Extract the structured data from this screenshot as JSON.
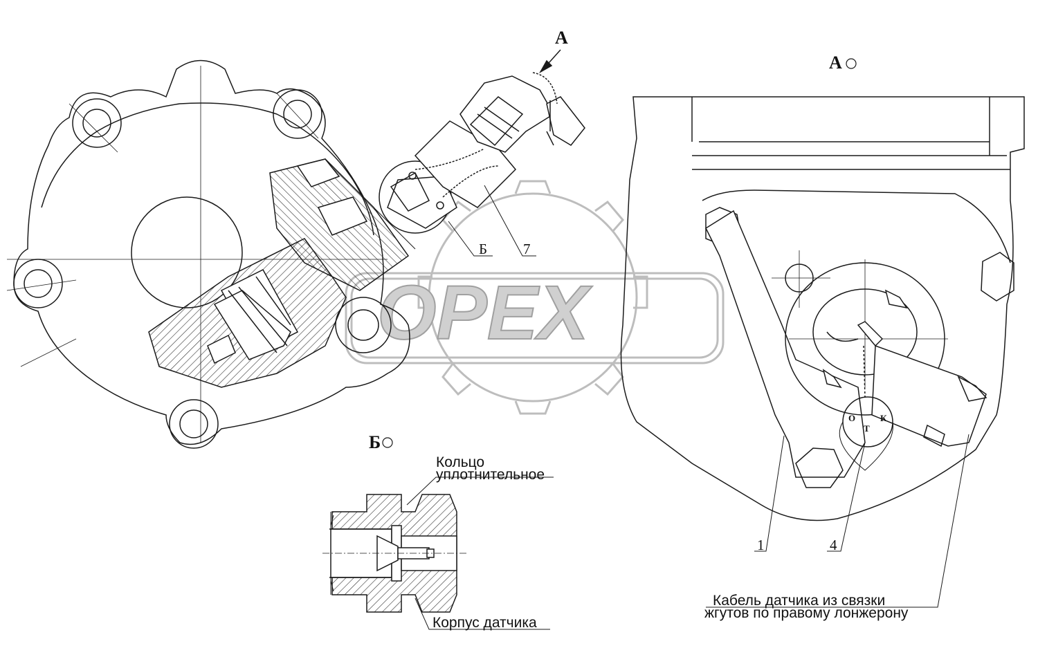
{
  "labels": {
    "view_a_arrow": "А",
    "view_a_title": "А",
    "view_b_title": "Б",
    "callout_b": "Б",
    "callout_7": "7",
    "callout_1": "1",
    "callout_4": "4",
    "ring_line1": "Кольцо",
    "ring_line2": "уплотнительное",
    "sensor_body": "Корпус датчика",
    "cable_line1": "Кабель датчика из связки",
    "cable_line2": "жгутов по правому лонжерону",
    "seal_o": "О",
    "seal_t": "Т",
    "seal_k": "К"
  },
  "watermark": {
    "text": "OPEX",
    "color": "#c8c8c8"
  },
  "colors": {
    "line": "#1a1a1a",
    "hatch": "#333333",
    "paper": "#ffffff"
  },
  "icons": [
    "view-direction-arrow",
    "view-circle-symbol",
    "gear-logo"
  ]
}
